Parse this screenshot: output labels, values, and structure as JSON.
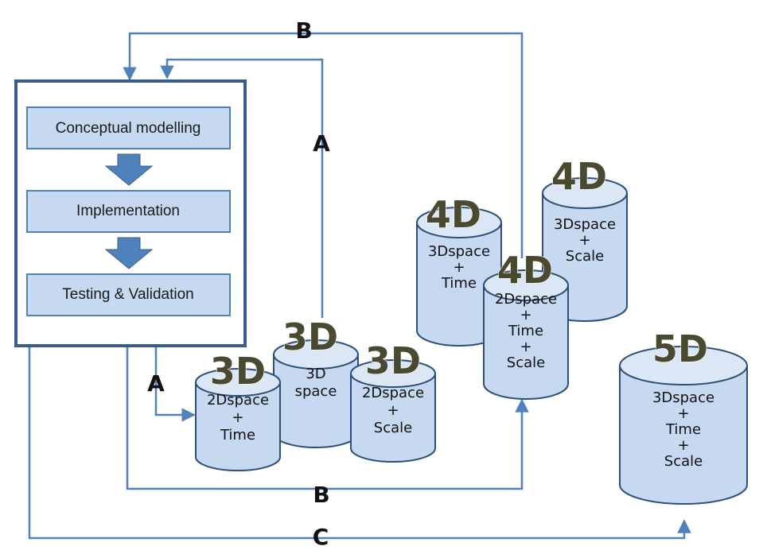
{
  "process": {
    "steps": [
      {
        "label": "Conceptual modelling"
      },
      {
        "label": "Implementation"
      },
      {
        "label": "Testing & Validation"
      }
    ]
  },
  "cylinders": [
    {
      "id": "3d-3dspace",
      "dim": "3D",
      "lines": [
        "3D",
        "space"
      ]
    },
    {
      "id": "3d-2dspace-time",
      "dim": "3D",
      "lines": [
        "2Dspace",
        "+",
        "Time"
      ]
    },
    {
      "id": "3d-2dspace-scale",
      "dim": "3D",
      "lines": [
        "2Dspace",
        "+",
        "Scale"
      ]
    },
    {
      "id": "4d-3dspace-time",
      "dim": "4D",
      "lines": [
        "3Dspace",
        "+",
        "Time"
      ]
    },
    {
      "id": "4d-3dspace-scale",
      "dim": "4D",
      "lines": [
        "3Dspace",
        "+",
        "Scale"
      ]
    },
    {
      "id": "4d-2dspace-time-scale",
      "dim": "4D",
      "lines": [
        "2Dspace",
        "+",
        "Time",
        "+",
        "Scale"
      ]
    },
    {
      "id": "5d-3dspace-time-scale",
      "dim": "5D",
      "lines": [
        "3Dspace",
        "+",
        "Time",
        "+",
        "Scale"
      ]
    }
  ],
  "edge_labels": {
    "a_top": "A",
    "a_bottom": "A",
    "b_top": "B",
    "b_bottom": "B",
    "c_bottom": "C"
  },
  "colors": {
    "line": "#4f81bd",
    "box_fill": "#c6d9f1",
    "frame": "#385d8a",
    "cyl_fill": "#c6d9f1",
    "cyl_stroke": "#2c4f7c",
    "down_arrow": "#4f81bd"
  }
}
